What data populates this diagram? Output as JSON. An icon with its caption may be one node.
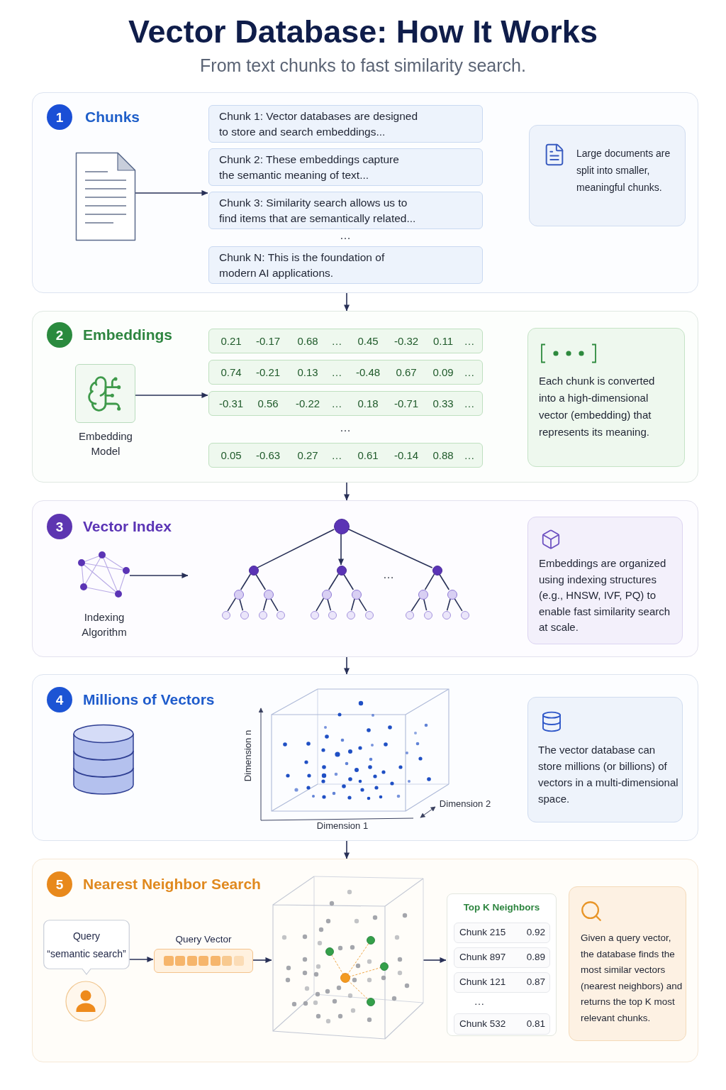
{
  "diagram": {
    "title": "Vector Database: How It Works",
    "nodes": [
      {
        "text": [
          "Chunks"
        ]
      },
      {
        "text": [
          "1"
        ],
        "in": 0
      },
      {
        "text": [],
        "shape": "picture",
        "in": 0
      },
      {
        "text": [
          "Chunk 1: Vector databases are designed to store and search embeddings..."
        ],
        "in": 0
      },
      {
        "text": [
          "Chunk 2: These embeddings capture the semantic meaning of text..."
        ],
        "in": 0
      },
      {
        "text": [
          "Chunk 3: Similarity search allows us to find items that are semantically related..."
        ],
        "in": 0
      },
      {
        "text": [
          "Chunk N: This is the foundation of modern AI applications."
        ],
        "in": 0
      },
      {
        "text": [
          "Large documents are split into smaller, meaningful chunks."
        ],
        "in": 0
      },
      {
        "text": [
          "Embeddings"
        ]
      },
      {
        "text": [
          "2"
        ],
        "in": 8
      },
      {
        "text": [],
        "shape": "box",
        "beside": [
          "Embedding Model"
        ],
        "in": 8
      },
      {
        "text": [
          "0.21",
          "-0.17",
          "0.68",
          "…",
          "0.45",
          "-0.32",
          "0.11",
          "…"
        ],
        "in": 8
      },
      {
        "text": [
          "0.74",
          "-0.21",
          "0.13",
          "…",
          "-0.48",
          "0.67",
          "0.09",
          "…"
        ],
        "in": 8
      },
      {
        "text": [
          "-0.31",
          "0.56",
          "-0.22",
          "…",
          "0.18",
          "-0.71",
          "0.33",
          "…"
        ],
        "in": 8
      },
      {
        "text": [
          "0.05",
          "-0.63",
          "0.27",
          "…",
          "0.61",
          "-0.14",
          "0.88",
          "…"
        ],
        "in": 8
      },
      {
        "text": [
          "Each chunk is converted into a high-dimensional vector (embedding) that represents its meaning."
        ],
        "in": 8
      },
      {
        "text": [
          "Vector Index"
        ]
      },
      {
        "text": [
          "3"
        ],
        "in": 16
      },
      {
        "text": [],
        "shape": "picture",
        "beside": [
          "Indexing Algorithm"
        ],
        "in": 16
      },
      {
        "text": [],
        "shape": "circle",
        "in": 16
      },
      {
        "text": [],
        "shape": "circle",
        "in": 16
      },
      {
        "text": [],
        "shape": "circle",
        "in": 16
      },
      {
        "text": [],
        "shape": "circle",
        "in": 16
      },
      {
        "text": [],
        "shape": "circle",
        "in": 16
      },
      {
        "text": [],
        "shape": "circle",
        "in": 16
      },
      {
        "text": [],
        "shape": "circle",
        "in": 16
      },
      {
        "text": [],
        "shape": "circle",
        "in": 16
      },
      {
        "text": [],
        "shape": "circle",
        "in": 16
      },
      {
        "text": [],
        "shape": "circle",
        "in": 16
      },
      {
        "text": [],
        "shape": "circle",
        "in": 16
      },
      {
        "text": [],
        "shape": "circle",
        "in": 16
      },
      {
        "text": [],
        "shape": "circle",
        "in": 16
      },
      {
        "text": [],
        "shape": "circle",
        "in": 16
      },
      {
        "text": [],
        "shape": "circle",
        "in": 16
      },
      {
        "text": [],
        "shape": "circle",
        "in": 16
      },
      {
        "text": [],
        "shape": "circle",
        "in": 16
      },
      {
        "text": [],
        "shape": "circle",
        "in": 16
      },
      {
        "text": [],
        "shape": "circle",
        "in": 16
      },
      {
        "text": [],
        "shape": "circle",
        "in": 16
      },
      {
        "text": [],
        "shape": "circle",
        "in": 16
      },
      {
        "text": [],
        "shape": "circle",
        "in": 16
      },
      {
        "text": [
          "Embeddings are organized using indexing structures (e.g., HNSW, IVF, PQ) to enable fast similarity search at scale."
        ],
        "in": 16
      },
      {
        "text": [
          "Millions of Vectors"
        ]
      },
      {
        "text": [
          "4"
        ],
        "in": 42
      },
      {
        "text": [
          "The vector database can store millions (or billions) of vectors in a multi-dimensional space."
        ],
        "in": 42
      },
      {
        "text": [
          "Nearest Neighbor Search"
        ]
      },
      {
        "text": [
          "5"
        ],
        "in": 45
      },
      {
        "text": [
          "Query",
          "“semantic search”"
        ],
        "in": 45
      },
      {
        "text": [
          "Query Vector"
        ],
        "in": 45
      },
      {
        "text": [],
        "shape": "picture",
        "in": 45
      },
      {
        "text": [
          "Top K Neighbors"
        ],
        "in": 45
      },
      {
        "text": [
          "Chunk 215",
          "0.92"
        ],
        "in": 50
      },
      {
        "text": [
          "Chunk 897",
          "0.89"
        ],
        "in": 50
      },
      {
        "text": [
          "Chunk 121",
          "0.87"
        ],
        "in": 50
      },
      {
        "text": [
          "Chunk 532",
          "0.81"
        ],
        "in": 50
      },
      {
        "text": [
          "Given a query vector, the database finds the most similar vectors (nearest neighbors) and returns the top K most relevant chunks."
        ],
        "in": 45
      }
    ],
    "edges": [
      {
        "from": 0,
        "to": 8,
        "arrow": "to"
      },
      {
        "from": 8,
        "to": 16,
        "arrow": "to"
      },
      {
        "from": 16,
        "to": 42,
        "arrow": "to"
      },
      {
        "from": 42,
        "to": 45,
        "arrow": "to"
      },
      {
        "from": 2,
        "to": 5,
        "arrow": "to"
      },
      {
        "from": 10,
        "to": 13,
        "arrow": "to"
      },
      {
        "from": 18,
        "to": null,
        "arrow": "to"
      },
      {
        "from": 47,
        "to": 48,
        "arrow": "to"
      },
      {
        "from": 48,
        "to": 49,
        "arrow": "to"
      },
      {
        "from": 49,
        "to": 50,
        "arrow": "to"
      },
      {
        "from": 19,
        "to": 20,
        "arrow": "none"
      },
      {
        "from": 19,
        "to": 21,
        "arrow": "to"
      },
      {
        "from": 19,
        "to": 22,
        "arrow": "none"
      },
      {
        "from": 20,
        "to": 23,
        "arrow": "none"
      },
      {
        "from": 20,
        "to": 24,
        "arrow": "none"
      },
      {
        "from": 21,
        "to": 25,
        "arrow": "none"
      },
      {
        "from": 21,
        "to": 26,
        "arrow": "none"
      },
      {
        "from": 22,
        "to": 27,
        "arrow": "none"
      },
      {
        "from": 22,
        "to": 28,
        "arrow": "none"
      },
      {
        "from": 23,
        "to": 29,
        "arrow": "none"
      },
      {
        "from": 23,
        "to": 30,
        "arrow": "none"
      },
      {
        "from": 24,
        "to": 31,
        "arrow": "none"
      },
      {
        "from": 24,
        "to": 32,
        "arrow": "none"
      },
      {
        "from": 25,
        "to": 33,
        "arrow": "none"
      },
      {
        "from": 25,
        "to": 34,
        "arrow": "none"
      },
      {
        "from": 26,
        "to": 35,
        "arrow": "none"
      },
      {
        "from": 26,
        "to": 36,
        "arrow": "none"
      },
      {
        "from": 27,
        "to": 37,
        "arrow": "none"
      },
      {
        "from": 27,
        "to": 38,
        "arrow": "none"
      },
      {
        "from": 28,
        "to": 39,
        "arrow": "none"
      },
      {
        "from": 28,
        "to": 40,
        "arrow": "none"
      }
    ],
    "labels": [
      "From text chunks to fast similarity search.",
      "…",
      "…",
      "…",
      "Dimension n",
      "Dimension 2",
      "Dimension 1",
      "…"
    ]
  }
}
